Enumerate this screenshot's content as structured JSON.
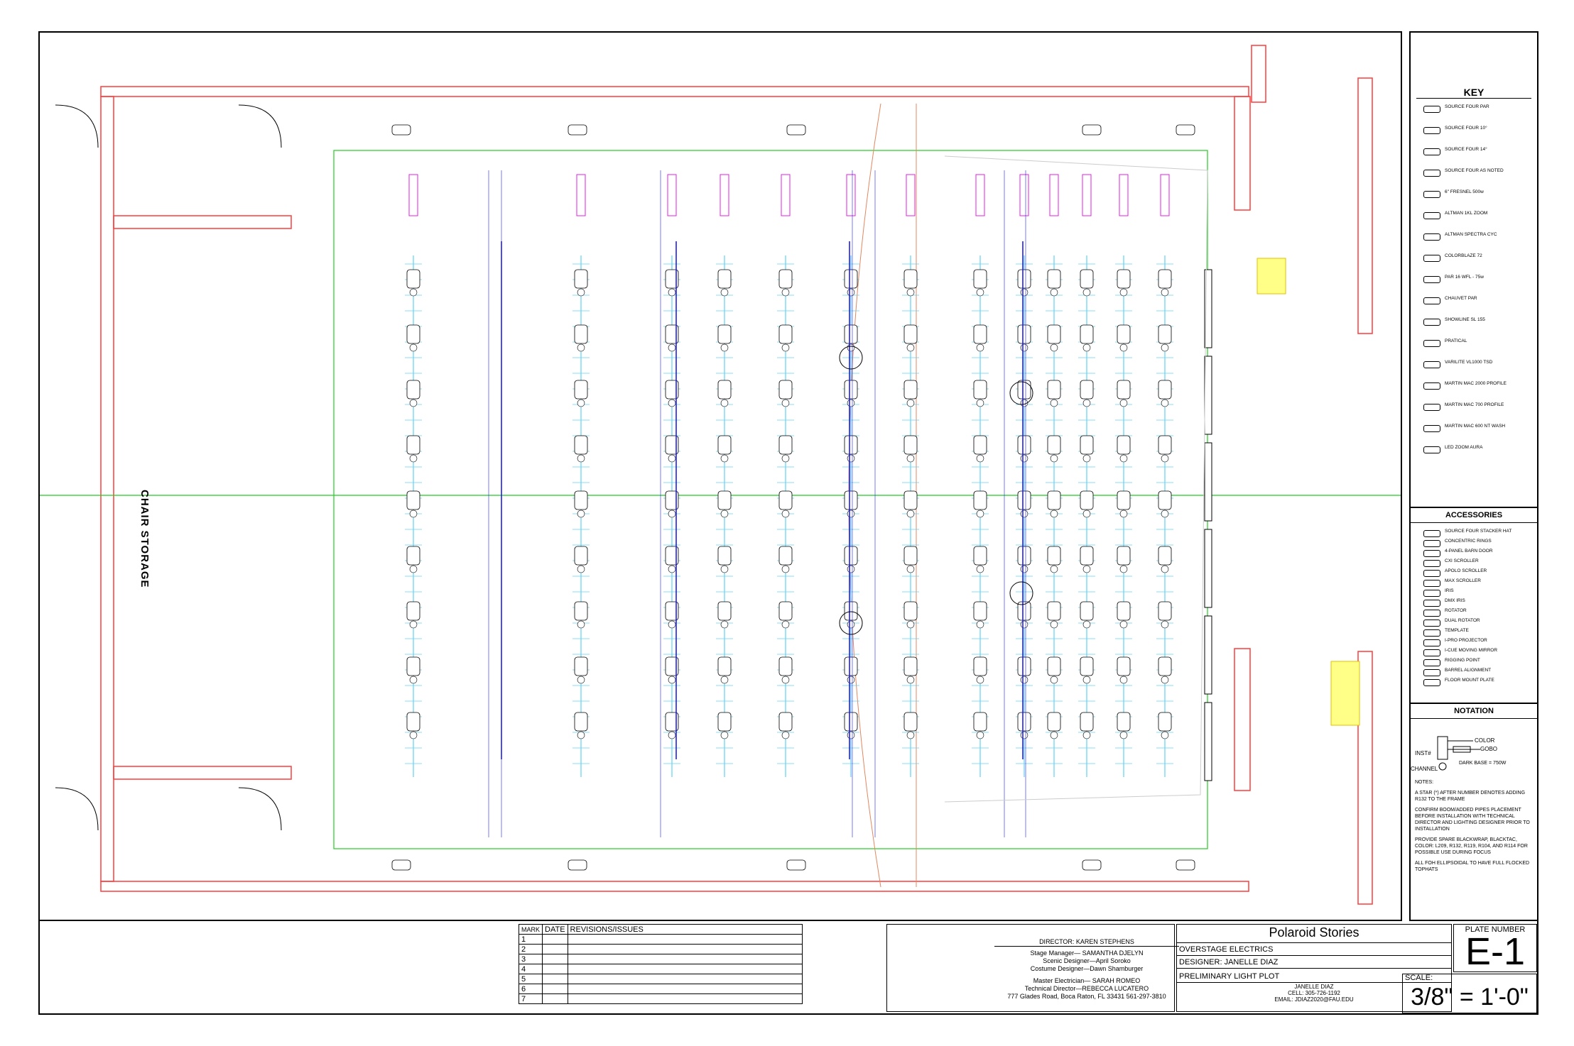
{
  "room": {
    "chair_storage_label": "CHAIR STORAGE"
  },
  "key": {
    "title": "KEY",
    "items": [
      "SOURCE FOUR PAR",
      "SOURCE FOUR 10°",
      "SOURCE FOUR 14°",
      "SOURCE FOUR AS NOTED",
      "6\" FRESNEL 500w",
      "ALTMAN 1KL ZOOM",
      "ALTMAN SPECTRA CYC",
      "COLORBLAZE 72",
      "PAR 16 WFL - 75w",
      "CHAUVET PAR",
      "SHOWLINE SL 155",
      "PRATICAL",
      "VARILITE VL1000 TSD",
      "MARTIN MAC 2000 PROFILE",
      "MARTIN MAC 700 PROFILE",
      "MARTIN MAC 600 NT WASH",
      "LED ZOOM AURA"
    ]
  },
  "accessories": {
    "title": "ACCESSORIES",
    "items": [
      "SOURCE FOUR STACKER HAT",
      "CONCENTRIC RINGS",
      "4-PANEL BARN DOOR",
      "CXI SCROLLER",
      "APOLO SCROLLER",
      "MAX SCROLLER",
      "IRIS",
      "DMX IRIS",
      "ROTATOR",
      "DUAL ROTATOR",
      "TEMPLATE",
      "I-PRO PROJECTOR",
      "I-CUE MOVING MIRROR",
      "RIGGING POINT",
      "BARREL ALIGNMENT",
      "FLOOR MOUNT PLATE"
    ]
  },
  "notation": {
    "title": "NOTATION",
    "labels": {
      "color": "COLOR",
      "gobo": "GOBO",
      "inst": "INST#",
      "channel": "CHANNEL",
      "dark_base": "DARK BASE = 750W"
    },
    "notes_title": "NOTES:",
    "notes": [
      "A STAR (*) AFTER NUMBER DENOTES ADDING R132 TO THE FRAME",
      "CONFIRM BOOM/ADDED PIPES PLACEMENT BEFORE INSTALLATION WITH TECHNICAL DIRECTOR AND LIGHTING DESIGNER PRIOR TO INSTALLATION",
      "PROVIDE SPARE BLACKWRAP, BLACKTAC, COLOR: L209, R132, R119, R104, AND R114 FOR POSSIBLE USE DURING FOCUS",
      "ALL FOH ELLIPSOIDAL TO HAVE FULL FLOCKED TOPHATS"
    ]
  },
  "revisions": {
    "headers": [
      "MARK",
      "DATE",
      "REVISIONS/ISSUES"
    ],
    "rows": [
      "1",
      "2",
      "3",
      "4",
      "5",
      "6",
      "7"
    ]
  },
  "credits": {
    "director": "DIRECTOR: KAREN STEPHENS",
    "stage_manager": "Stage Manager— SAMANTHA DJELYN",
    "scenic": "Scenic Designer—April Soroko",
    "costume": "Costume Designer—Dawn Shamburger",
    "master_electrician": "Master Electrician— SARAH ROMEO",
    "technical_director": "Technical Director—REBECCA LUCATERO",
    "address": "777 Glades Road, Boca Raton, FL 33431 561-297-3810"
  },
  "title_block": {
    "show": "Polaroid Stories",
    "sheet": "OVERSTAGE ELECTRICS",
    "designer": "DESIGNER: JANELLE DIAZ",
    "plot": "PRELIMINARY LIGHT PLOT",
    "contact_name": "JANELLE DIAZ",
    "contact_cell": "CELL: 305-726-1192",
    "contact_email": "EMAIL: JDIAZ2020@FAU.EDU",
    "plate_label": "PLATE NUMBER",
    "plate": "E-1",
    "scale_label": "SCALE:",
    "scale": "3/8\" = 1'-0\""
  },
  "colors": {
    "wall": "#ff3b3b",
    "batten": "#5fd3f3",
    "pipe": "#2020e0",
    "label": "#e020e0",
    "guide": "#22cc22"
  }
}
